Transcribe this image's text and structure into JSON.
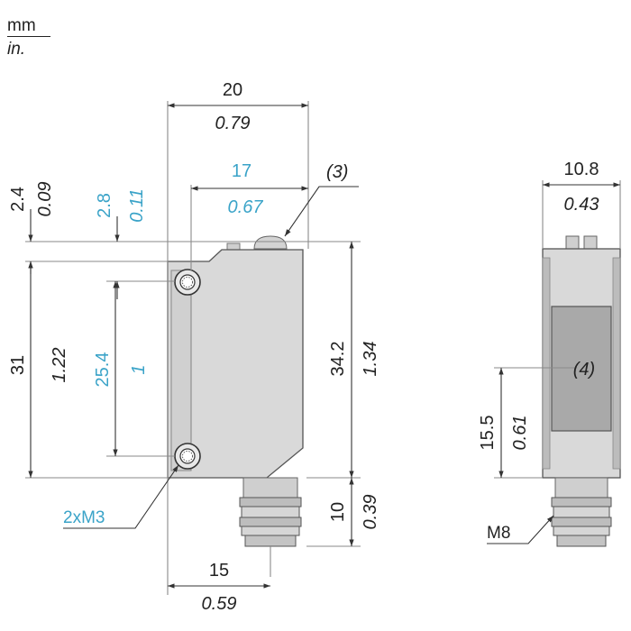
{
  "units": {
    "primary": "mm",
    "secondary": "in."
  },
  "front_view": {
    "width_total": {
      "mm": "20",
      "in": "0.79"
    },
    "optical_axis_offset": {
      "mm": "17",
      "in": "0.67"
    },
    "top_offset": {
      "mm": "2.4",
      "in": "0.09"
    },
    "hole_top_offset": {
      "mm": "2.8",
      "in": "0.11"
    },
    "body_height": {
      "mm": "31",
      "in": "1.22"
    },
    "hole_spacing": {
      "mm": "25.4",
      "in": "1"
    },
    "overall_height": {
      "mm": "34.2",
      "in": "1.34"
    },
    "connector_length": {
      "mm": "10",
      "in": "0.39"
    },
    "connector_offset": {
      "mm": "15",
      "in": "0.59"
    },
    "callout_3": "(3)",
    "holes_label": "2xM3"
  },
  "side_view": {
    "width": {
      "mm": "10.8",
      "in": "0.43"
    },
    "window_height": {
      "mm": "15.5",
      "in": "0.61"
    },
    "callout_4": "(4)",
    "connector_label": "M8"
  },
  "colors": {
    "dimension": "#222222",
    "highlight": "#3aa3c8",
    "body": "#d9d9d9",
    "outline": "#555555"
  }
}
